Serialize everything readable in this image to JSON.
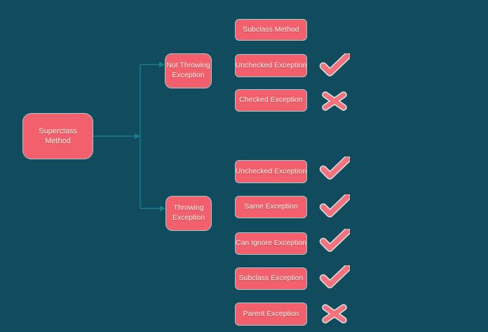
{
  "title": "Method Overriding Exception Rules Diagram",
  "theme": {
    "background": "#114C5E",
    "node_fill": "#F1606C",
    "node_border": "#A6C6C9",
    "node_text": "#FAF3EA",
    "connector": "#1B7D8D",
    "mark_fill": "#F4727D",
    "mark_outline": "#D9E6E3"
  },
  "nodes": {
    "superclass": {
      "label": "Superclass Method"
    },
    "not_throwing": {
      "label": "Not Throwing Exception"
    },
    "throwing": {
      "label": "Throwing Exception"
    }
  },
  "outcomes": [
    {
      "label": "Subclass Method",
      "mark": "none"
    },
    {
      "label": "Unchecked Exception",
      "mark": "check"
    },
    {
      "label": "Checked Exception",
      "mark": "cross"
    },
    {
      "label": "Unchecked Exception",
      "mark": "check"
    },
    {
      "label": "Same Exception",
      "mark": "check"
    },
    {
      "label": "Can Ignore Exception",
      "mark": "check"
    },
    {
      "label": "Subclass Exception",
      "mark": "check"
    },
    {
      "label": "Parent Exception",
      "mark": "cross"
    }
  ],
  "connections": [
    {
      "from": "superclass",
      "to": "branch-junction"
    },
    {
      "from": "branch-junction",
      "to": "not_throwing"
    },
    {
      "from": "branch-junction",
      "to": "throwing"
    }
  ]
}
